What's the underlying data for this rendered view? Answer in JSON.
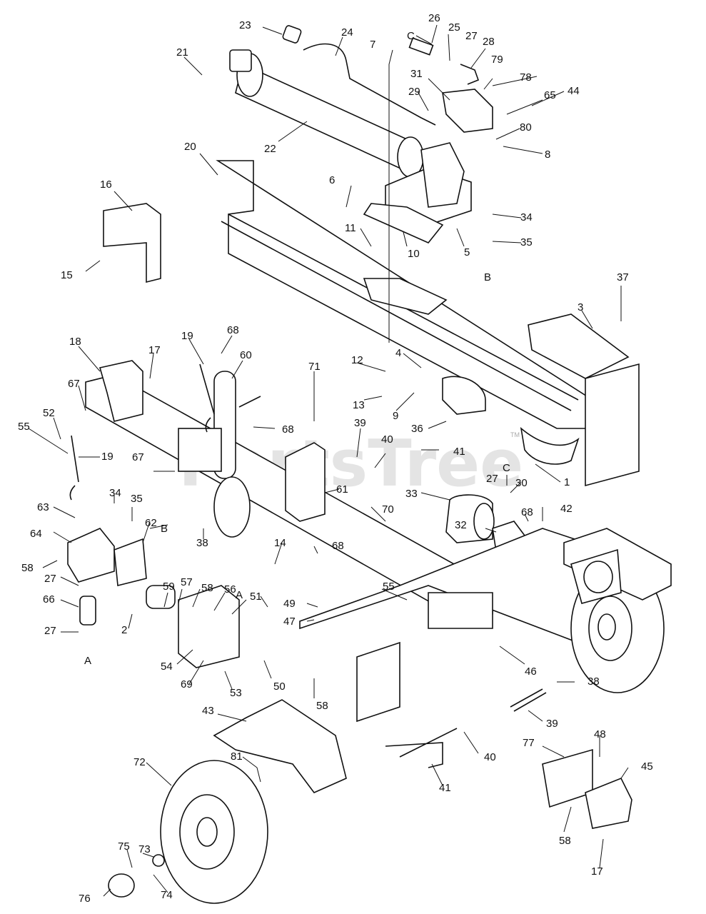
{
  "watermark": "PartsTree",
  "trademark": "TM",
  "callouts": [
    {
      "id": "c26",
      "label": "26"
    },
    {
      "id": "c25",
      "label": "25"
    },
    {
      "id": "c27a",
      "label": "27"
    },
    {
      "id": "c28",
      "label": "28"
    },
    {
      "id": "c23",
      "label": "23"
    },
    {
      "id": "c24",
      "label": "24"
    },
    {
      "id": "c7",
      "label": "7"
    },
    {
      "id": "cC1",
      "label": "C"
    },
    {
      "id": "c21",
      "label": "21"
    },
    {
      "id": "c79",
      "label": "79"
    },
    {
      "id": "c78",
      "label": "78"
    },
    {
      "id": "c31",
      "label": "31"
    },
    {
      "id": "c29",
      "label": "29"
    },
    {
      "id": "c65",
      "label": "65"
    },
    {
      "id": "c44",
      "label": "44"
    },
    {
      "id": "c80",
      "label": "80"
    },
    {
      "id": "c22",
      "label": "22"
    },
    {
      "id": "c8",
      "label": "8"
    },
    {
      "id": "c20",
      "label": "20"
    },
    {
      "id": "c6",
      "label": "6"
    },
    {
      "id": "c16",
      "label": "16"
    },
    {
      "id": "c34a",
      "label": "34"
    },
    {
      "id": "c35a",
      "label": "35"
    },
    {
      "id": "c11",
      "label": "11"
    },
    {
      "id": "c10",
      "label": "10"
    },
    {
      "id": "c5",
      "label": "5"
    },
    {
      "id": "cB1",
      "label": "B"
    },
    {
      "id": "c15",
      "label": "15"
    },
    {
      "id": "c37",
      "label": "37"
    },
    {
      "id": "c3",
      "label": "3"
    },
    {
      "id": "c18",
      "label": "18"
    },
    {
      "id": "c17a",
      "label": "17"
    },
    {
      "id": "c19a",
      "label": "19"
    },
    {
      "id": "c68a",
      "label": "68"
    },
    {
      "id": "c60",
      "label": "60"
    },
    {
      "id": "c4",
      "label": "4"
    },
    {
      "id": "c12",
      "label": "12"
    },
    {
      "id": "c71",
      "label": "71"
    },
    {
      "id": "c67a",
      "label": "67"
    },
    {
      "id": "c13",
      "label": "13"
    },
    {
      "id": "c9",
      "label": "9"
    },
    {
      "id": "c36",
      "label": "36"
    },
    {
      "id": "c52",
      "label": "52"
    },
    {
      "id": "c55a",
      "label": "55"
    },
    {
      "id": "c68b",
      "label": "68"
    },
    {
      "id": "c39a",
      "label": "39"
    },
    {
      "id": "c40a",
      "label": "40"
    },
    {
      "id": "c41a",
      "label": "41"
    },
    {
      "id": "c19b",
      "label": "19"
    },
    {
      "id": "c67b",
      "label": "67"
    },
    {
      "id": "c1",
      "label": "1"
    },
    {
      "id": "cC2",
      "label": "C"
    },
    {
      "id": "c27b",
      "label": "27"
    },
    {
      "id": "c30",
      "label": "30"
    },
    {
      "id": "c61",
      "label": "61"
    },
    {
      "id": "c33",
      "label": "33"
    },
    {
      "id": "c34b",
      "label": "34"
    },
    {
      "id": "c35b",
      "label": "35"
    },
    {
      "id": "c63",
      "label": "63"
    },
    {
      "id": "cB2",
      "label": "B"
    },
    {
      "id": "c42",
      "label": "42"
    },
    {
      "id": "c70",
      "label": "70"
    },
    {
      "id": "c68c",
      "label": "68"
    },
    {
      "id": "c62",
      "label": "62"
    },
    {
      "id": "c64",
      "label": "64"
    },
    {
      "id": "c14",
      "label": "14"
    },
    {
      "id": "c38a",
      "label": "38"
    },
    {
      "id": "c32",
      "label": "32"
    },
    {
      "id": "cA1",
      "label": "A"
    },
    {
      "id": "c58a",
      "label": "58"
    },
    {
      "id": "c68d",
      "label": "68"
    },
    {
      "id": "c27c",
      "label": "27"
    },
    {
      "id": "c59",
      "label": "59"
    },
    {
      "id": "c57",
      "label": "57"
    },
    {
      "id": "c58b",
      "label": "58"
    },
    {
      "id": "c56",
      "label": "56"
    },
    {
      "id": "c55b",
      "label": "55"
    },
    {
      "id": "c66",
      "label": "66"
    },
    {
      "id": "c51",
      "label": "51"
    },
    {
      "id": "c49",
      "label": "49"
    },
    {
      "id": "c47",
      "label": "47"
    },
    {
      "id": "c2",
      "label": "2"
    },
    {
      "id": "c27d",
      "label": "27"
    },
    {
      "id": "c46",
      "label": "46"
    },
    {
      "id": "cA2",
      "label": "A"
    },
    {
      "id": "c54",
      "label": "54"
    },
    {
      "id": "c69",
      "label": "69"
    },
    {
      "id": "c50",
      "label": "50"
    },
    {
      "id": "c53",
      "label": "53"
    },
    {
      "id": "c38b",
      "label": "38"
    },
    {
      "id": "c58c",
      "label": "58"
    },
    {
      "id": "c39b",
      "label": "39"
    },
    {
      "id": "c43",
      "label": "43"
    },
    {
      "id": "c48",
      "label": "48"
    },
    {
      "id": "c77",
      "label": "77"
    },
    {
      "id": "c45",
      "label": "45"
    },
    {
      "id": "c81",
      "label": "81"
    },
    {
      "id": "c40b",
      "label": "40"
    },
    {
      "id": "c72",
      "label": "72"
    },
    {
      "id": "c41b",
      "label": "41"
    },
    {
      "id": "c58d",
      "label": "58"
    },
    {
      "id": "c17b",
      "label": "17"
    },
    {
      "id": "c73",
      "label": "73"
    },
    {
      "id": "c75",
      "label": "75"
    },
    {
      "id": "c76",
      "label": "76"
    },
    {
      "id": "c74",
      "label": "74"
    }
  ]
}
